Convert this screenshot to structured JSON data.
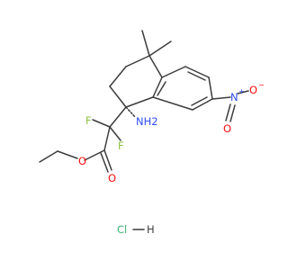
{
  "molecule": {
    "colors": {
      "bond": "#3c3c3c",
      "carbon": "#3c3c3c",
      "nitrogen": "#3050f8",
      "oxygen": "#ff0d0d",
      "fluorine": "#90c040",
      "chlorine": "#3cb371"
    },
    "atoms": {
      "nh2": "NH2",
      "n_nitro": "N",
      "n_charge": "+",
      "o_nitro_1": "O",
      "o_nitro_2": "O",
      "o_charge": "−",
      "f1": "F",
      "f2": "F",
      "o_ester_single": "O",
      "o_ester_double": "O"
    },
    "salt": {
      "cl": "Cl",
      "h": "H"
    }
  }
}
